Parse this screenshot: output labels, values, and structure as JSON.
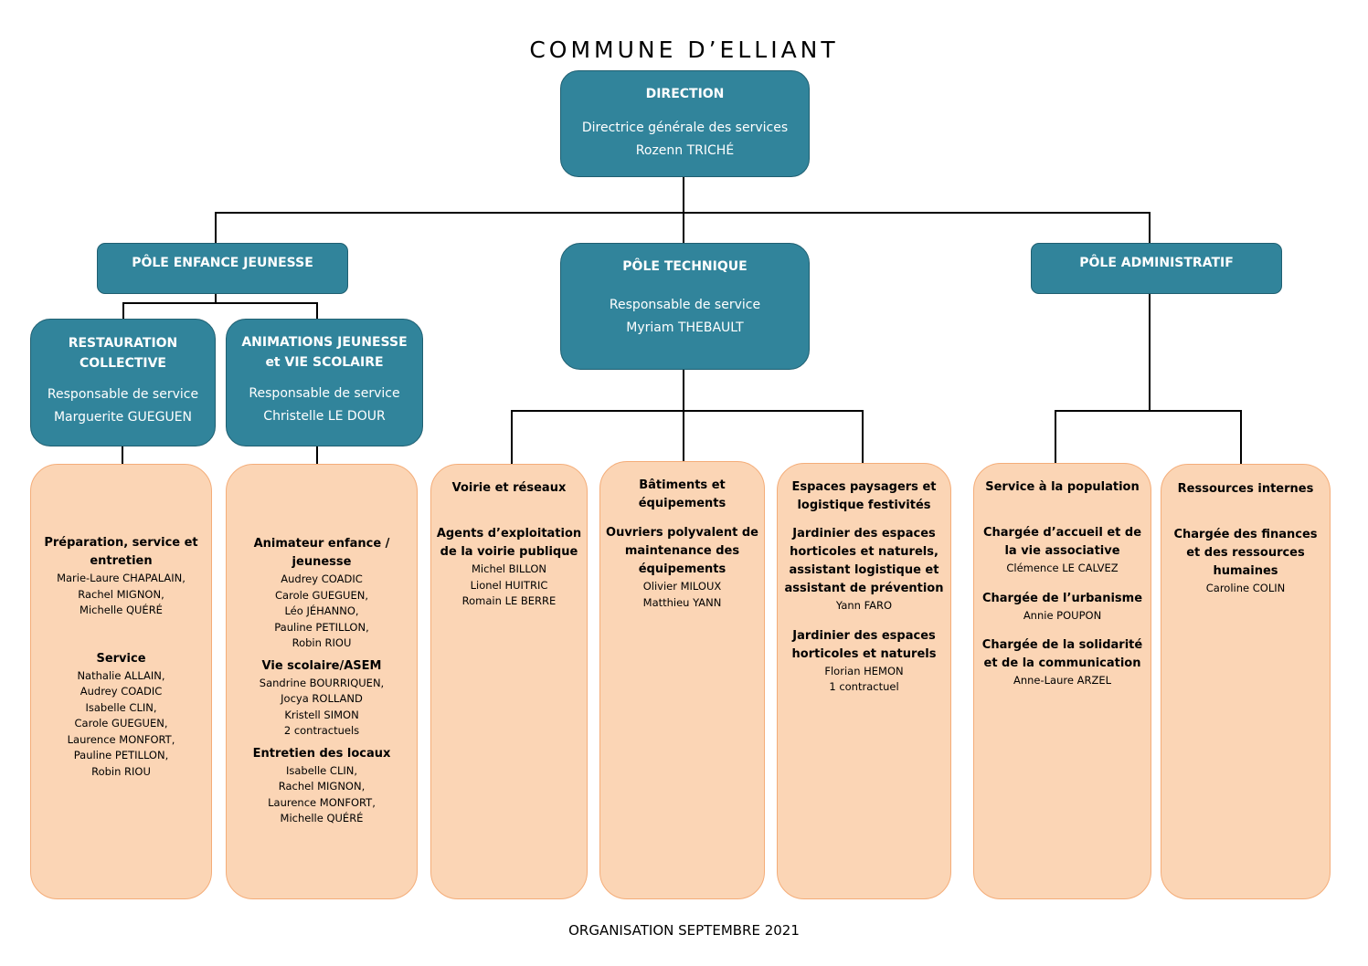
{
  "page": {
    "title": "COMMUNE D’ELLIANT",
    "footer": "ORGANISATION SEPTEMBRE 2021"
  },
  "direction": {
    "title": "DIRECTION",
    "role": "Directrice générale des services",
    "name": "Rozenn TRICHÉ"
  },
  "poles": {
    "enfance": {
      "title": "PÔLE ENFANCE JEUNESSE"
    },
    "technique": {
      "title": "PÔLE TECHNIQUE",
      "role": "Responsable de service",
      "name": "Myriam THEBAULT"
    },
    "administratif": {
      "title": "PÔLE ADMINISTRATIF"
    }
  },
  "sub_services": {
    "restauration": {
      "title_line1": "RESTAURATION",
      "title_line2": "COLLECTIVE",
      "role": "Responsable de service",
      "name": "Marguerite GUEGUEN"
    },
    "animations": {
      "title_line1": "ANIMATIONS JEUNESSE",
      "title_line2": "et VIE SCOLAIRE",
      "role": "Responsable de service",
      "name": "Christelle LE DOUR"
    }
  },
  "teams": {
    "restauration": {
      "groups": [
        {
          "heading_lines": [
            "Préparation, service et",
            "entretien"
          ],
          "names": [
            "Marie-Laure CHAPALAIN,",
            "Rachel MIGNON,",
            "Michelle QUÉRÉ"
          ]
        },
        {
          "heading_lines": [
            "Service"
          ],
          "names": [
            "Nathalie ALLAIN,",
            "Audrey COADIC",
            "Isabelle CLIN,",
            "Carole GUEGUEN,",
            "Laurence MONFORT,",
            "Pauline PETILLON,",
            "Robin RIOU"
          ]
        }
      ]
    },
    "animations": {
      "groups": [
        {
          "heading_lines": [
            "Animateur enfance /",
            "jeunesse"
          ],
          "names": [
            "Audrey COADIC",
            "Carole GUEGUEN,",
            "Léo JÉHANNO,",
            "Pauline PETILLON,",
            "Robin RIOU"
          ]
        },
        {
          "heading_lines": [
            "Vie scolaire/ASEM"
          ],
          "names": [
            "Sandrine BOURRIQUEN,",
            "Jocya ROLLAND",
            "Kristell SIMON",
            "2 contractuels"
          ]
        },
        {
          "heading_lines": [
            "Entretien des locaux"
          ],
          "names": [
            "Isabelle CLIN,",
            "Rachel MIGNON,",
            "Laurence MONFORT,",
            "Michelle QUÉRÉ"
          ]
        }
      ]
    },
    "voirie": {
      "title_lines": [
        "Voirie et réseaux"
      ],
      "groups": [
        {
          "heading_lines": [
            "Agents d’exploitation",
            "de la voirie publique"
          ],
          "names": [
            "Michel BILLON",
            "Lionel HUITRIC",
            "Romain LE BERRE"
          ]
        }
      ]
    },
    "batiments": {
      "title_lines": [
        "Bâtiments et",
        "équipements"
      ],
      "groups": [
        {
          "heading_lines": [
            "Ouvriers polyvalent de",
            "maintenance des",
            "équipements"
          ],
          "names": [
            "Olivier MILOUX",
            "Matthieu YANN"
          ]
        }
      ]
    },
    "espaces": {
      "title_lines": [
        "Espaces paysagers et",
        "logistique festivités"
      ],
      "groups": [
        {
          "heading_lines": [
            "Jardinier des espaces",
            "horticoles et naturels,",
            "assistant logistique et",
            "assistant de prévention"
          ],
          "names": [
            "Yann FARO"
          ]
        },
        {
          "heading_lines": [
            "Jardinier des espaces",
            "horticoles et naturels"
          ],
          "names": [
            "Florian HEMON",
            "1 contractuel"
          ]
        }
      ]
    },
    "population": {
      "title_lines": [
        "Service à la population"
      ],
      "groups": [
        {
          "heading_lines": [
            "Chargée d’accueil et de",
            "la vie associative"
          ],
          "names": [
            "Clémence LE CALVEZ"
          ]
        },
        {
          "heading_lines": [
            "Chargée de l’urbanisme"
          ],
          "names": [
            "Annie POUPON"
          ]
        },
        {
          "heading_lines": [
            "Chargée de la solidarité",
            "et de la communication"
          ],
          "names": [
            "Anne-Laure ARZEL"
          ]
        }
      ]
    },
    "ressources": {
      "title_lines": [
        "Ressources internes"
      ],
      "groups": [
        {
          "heading_lines": [
            "Chargée des finances",
            "et des ressources",
            "humaines"
          ],
          "names": [
            "Caroline COLIN"
          ]
        }
      ]
    }
  },
  "colors": {
    "teal_box": "#31849b",
    "peach_box": "#fbd5b5",
    "peach_border": "#f4ad79",
    "connector": "#000000"
  }
}
